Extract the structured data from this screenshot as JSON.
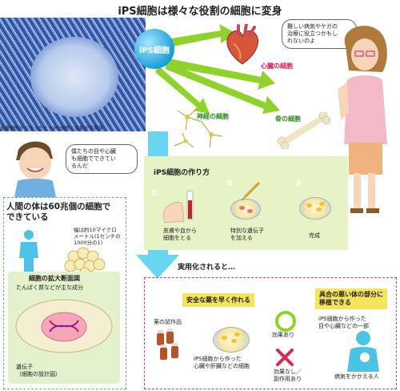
{
  "title": "iPS細胞は様々な役割の細胞に変身",
  "photo_caption": "皮膚細胞から作ったヒトiPS細胞＝京都大学提供",
  "ips_label": "iPS細胞",
  "targets": {
    "heart": "心臓の細胞",
    "nerve": "神経の細胞",
    "bone": "骨の細胞"
  },
  "woman_bubble": [
    "難しい病気やケガの",
    "治療に役立つかもし",
    "れないのよ"
  ],
  "boy_bubble": [
    "僕たちの目や心臓",
    "も細胞でできてい",
    "るんだ"
  ],
  "body_heading": [
    "人間の体は60兆個の細胞で",
    "できている"
  ],
  "cell_size_note": [
    "幅は約10マイクロ",
    "メートル(1センチの",
    "1000分の1)"
  ],
  "cell_section": {
    "heading": "細胞の拡大断面図",
    "protein": "たんぱく質などが主な成分",
    "gene": [
      "遺伝子",
      "（細胞の設計図）"
    ]
  },
  "howto": {
    "heading": "iPS細胞の作り方",
    "steps": [
      {
        "num": "①",
        "text": [
          "皮膚や血から",
          "細胞をとる"
        ]
      },
      {
        "num": "②",
        "text": [
          "特別な遺伝子",
          "を加える"
        ]
      },
      {
        "num": "③",
        "text": [
          "完成"
        ]
      }
    ]
  },
  "practical_label": "実用化されると…",
  "safe_drugs": {
    "badge": "安全な薬を早く作れる",
    "trial": "薬の試作品",
    "cells": [
      "iPS細胞から作った",
      "心臓や肝臓などの細胞"
    ],
    "effective": "効果あり",
    "ineffective": [
      "効果なし／",
      "副作用あり"
    ]
  },
  "transplant": {
    "badge": [
      "具合の悪い体の部分に",
      "移植できる"
    ],
    "desc": [
      "iPS細胞から作った",
      "目や心臓などの一部"
    ],
    "patient": "病気をかかえる人"
  },
  "colors": {
    "arrow_green": "#8fd22c",
    "arrow_blue": "#5ad0ee",
    "pink_border": "#d33a6a",
    "badge_yellow": "#f6e55a"
  }
}
